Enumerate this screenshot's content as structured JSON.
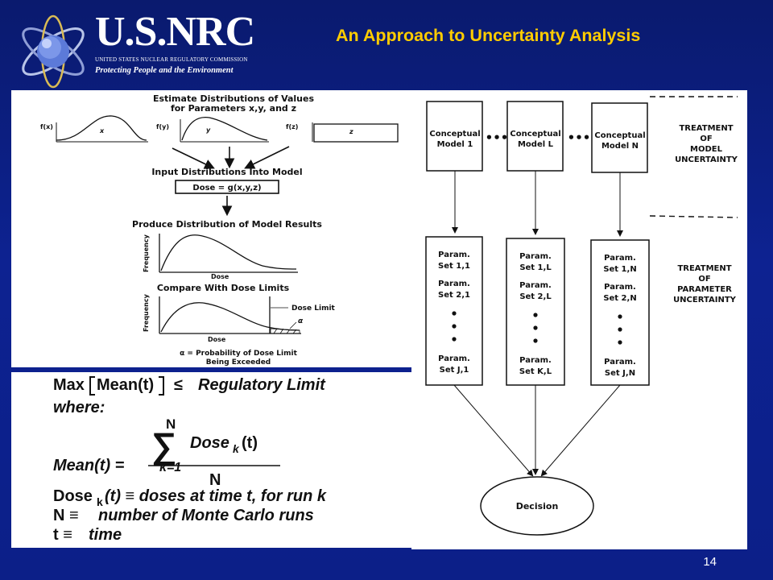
{
  "header": {
    "agency": "U.S.NRC",
    "agency_full": "UNITED STATES NUCLEAR REGULATORY COMMISSION",
    "tagline": "Protecting People and the Environment",
    "title": "An Approach to Uncertainty Analysis"
  },
  "left_figure": {
    "estimate_title_1": "Estimate Distributions of Values",
    "estimate_title_2": "for Parameters x,y, and z",
    "fx": "f(x)",
    "x": "x",
    "fy": "f(y)",
    "y": "y",
    "fz": "f(z)",
    "z": "z",
    "input_label": "Input Distributions Into Model",
    "dose_eq": "Dose = g(x,y,z)",
    "produce_label": "Produce Distribution of Model Results",
    "frequency": "Frequency",
    "dose": "Dose",
    "compare_label": "Compare With Dose Limits",
    "dose_limit": "Dose Limit",
    "alpha": "α",
    "alpha_def_1": "α = Probability of Dose Limit",
    "alpha_def_2": "Being Exceeded"
  },
  "formula": {
    "line1_a": "Max",
    "line1_b": "Mean(t)",
    "line1_c": "≤",
    "line1_d": "Regulatory Limit",
    "where": "where:",
    "sum_top": "N",
    "sum_sym": "∑",
    "sum_bottom": "k=1",
    "sum_term": "Dose",
    "sum_sub": "k",
    "sum_arg": "(t)",
    "mean_lhs": "Mean(t) =",
    "denom": "N",
    "def1_a": "Dose",
    "def1_sub": "k",
    "def1_b": "(t) ≡ doses at time t, for run k",
    "def2_a": "N ≡",
    "def2_b": "number of Monte Carlo runs",
    "def3_a": "t ≡",
    "def3_b": "time"
  },
  "right_figure": {
    "models": [
      {
        "line1": "Conceptual",
        "line2": "Model 1"
      },
      {
        "line1": "Conceptual",
        "line2": "Model L"
      },
      {
        "line1": "Conceptual",
        "line2": "Model N"
      }
    ],
    "ellipsis": "•••",
    "treatment_model": [
      "TREATMENT",
      "OF",
      "MODEL",
      "UNCERTAINTY"
    ],
    "treatment_param": [
      "TREATMENT",
      "OF",
      "PARAMETER",
      "UNCERTAINTY"
    ],
    "param_sets": [
      {
        "a1": "Param.",
        "a2": "Set 1,1",
        "b1": "Param.",
        "b2": "Set 2,1",
        "c1": "Param.",
        "c2": "Set J,1"
      },
      {
        "a1": "Param.",
        "a2": "Set 1,L",
        "b1": "Param.",
        "b2": "Set 2,L",
        "c1": "Param.",
        "c2": "Set K,L"
      },
      {
        "a1": "Param.",
        "a2": "Set 1,N",
        "b1": "Param.",
        "b2": "Set 2,N",
        "c1": "Param.",
        "c2": "Set J,N"
      }
    ],
    "decision": "Decision"
  },
  "footer": {
    "page_number": "14"
  }
}
